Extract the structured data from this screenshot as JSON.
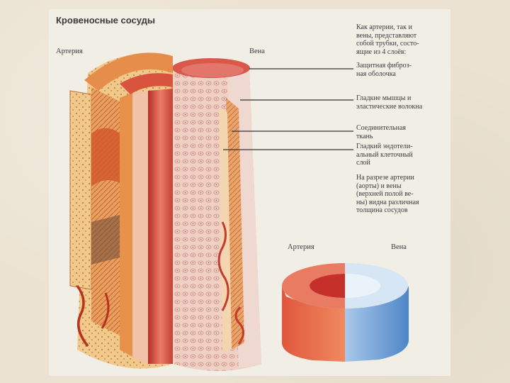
{
  "figure": {
    "title": "Кровеносные сосуды",
    "label_artery_top": "Артерия",
    "label_vein_top": "Вена",
    "intro_text": "Как артерии, так и\nвены, представляют\nсобой трубки, состо-\nящие из 4 слоёв:",
    "layers": [
      {
        "text": "Защитная фиброз-\nная оболочка"
      },
      {
        "text": "Гладкие мышцы и\nэластические волокна"
      },
      {
        "text": "Соединительная\nткань"
      },
      {
        "text": "Гладкий эндотели-\nальный клеточный\nслой"
      }
    ],
    "section_note": "На разрезе артерии\n(аорты) и вены\n(верхней полой ве-\nны) видна различная\nтолщина сосудов",
    "label_artery_ring": "Артерия",
    "label_vein_ring": "Вена"
  },
  "colors": {
    "artery_red": "#d2453a",
    "vein_blue": "#5d94d3",
    "tissue_orange": "#e89a52",
    "wall_pink": "#e9b8ad"
  }
}
